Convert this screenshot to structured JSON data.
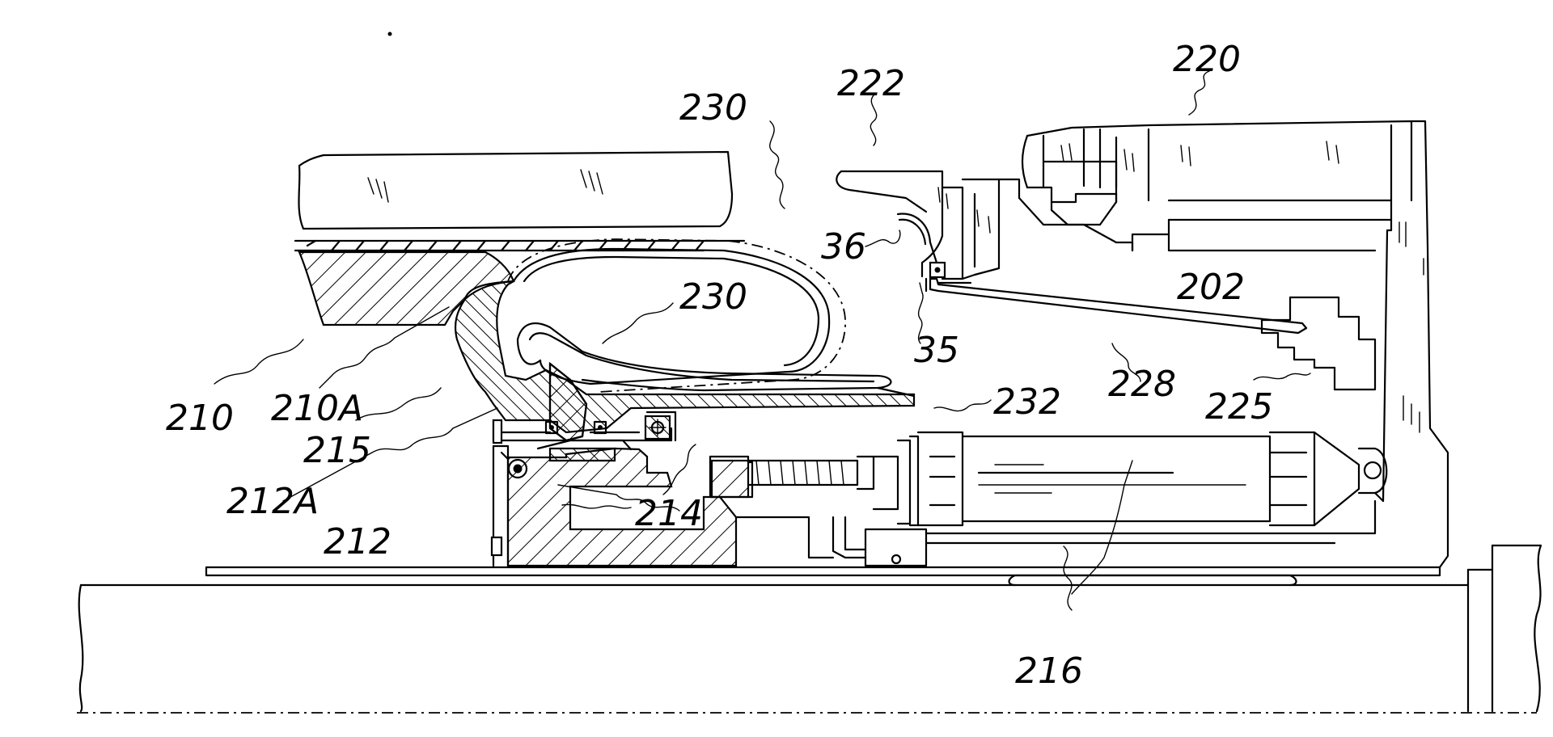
{
  "drawing": {
    "labels": {
      "l220": "220",
      "l222": "222",
      "l230a": "230",
      "l230b": "230",
      "l36": "36",
      "l202": "202",
      "l35": "35",
      "l228": "228",
      "l225": "225",
      "l210": "210",
      "l210A": "210A",
      "l215": "215",
      "l232": "232",
      "l212A": "212A",
      "l214": "214",
      "l212": "212",
      "l216": "216"
    }
  }
}
